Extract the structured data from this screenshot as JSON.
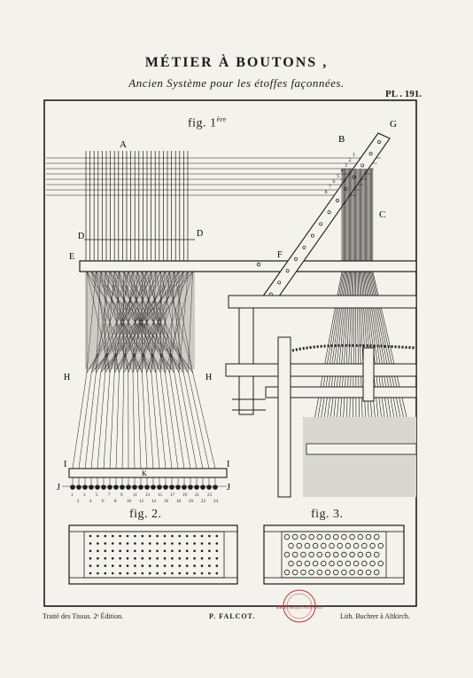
{
  "plate": {
    "title": "MÉTIER À BOUTONS ,",
    "subtitle": "Ancien Système pour les étoffes façonnées.",
    "number": "PL . 191."
  },
  "fig1": {
    "label": "fig. 1",
    "label_sup": "ère",
    "letters": {
      "A": "A",
      "B": "B",
      "C": "C",
      "D_left": "D",
      "D_right": "D",
      "E": "E",
      "F": "F",
      "G": "G",
      "H_left": "H",
      "H_right": "H",
      "I_left": "I",
      "I_right": "I",
      "J_left": "J",
      "J_right": "J",
      "K": "K"
    },
    "cord_numbers": [
      "1",
      "2",
      "3",
      "4",
      "5",
      "6",
      "7",
      "8"
    ],
    "button_numbers_top": [
      "1",
      "3",
      "5",
      "7",
      "9",
      "11",
      "13",
      "15",
      "17",
      "19",
      "21",
      "23"
    ],
    "button_numbers_bottom": [
      "2",
      "4",
      "6",
      "8",
      "10",
      "12",
      "14",
      "16",
      "18",
      "20",
      "22",
      "24"
    ]
  },
  "fig2": {
    "label": "fig. 2."
  },
  "fig3": {
    "label": "fig. 3."
  },
  "footer": {
    "left": "Traité des Tissus. 2ᵉ Édition.",
    "center": "P. FALCOT.",
    "right": "Lith. Buchrer à Altkirch."
  },
  "stamp": {
    "text": "BIBLIOTHÈQUE NATIONALE"
  },
  "colors": {
    "ink": "#1c1c1c",
    "paper": "#f4f2ec"
  }
}
